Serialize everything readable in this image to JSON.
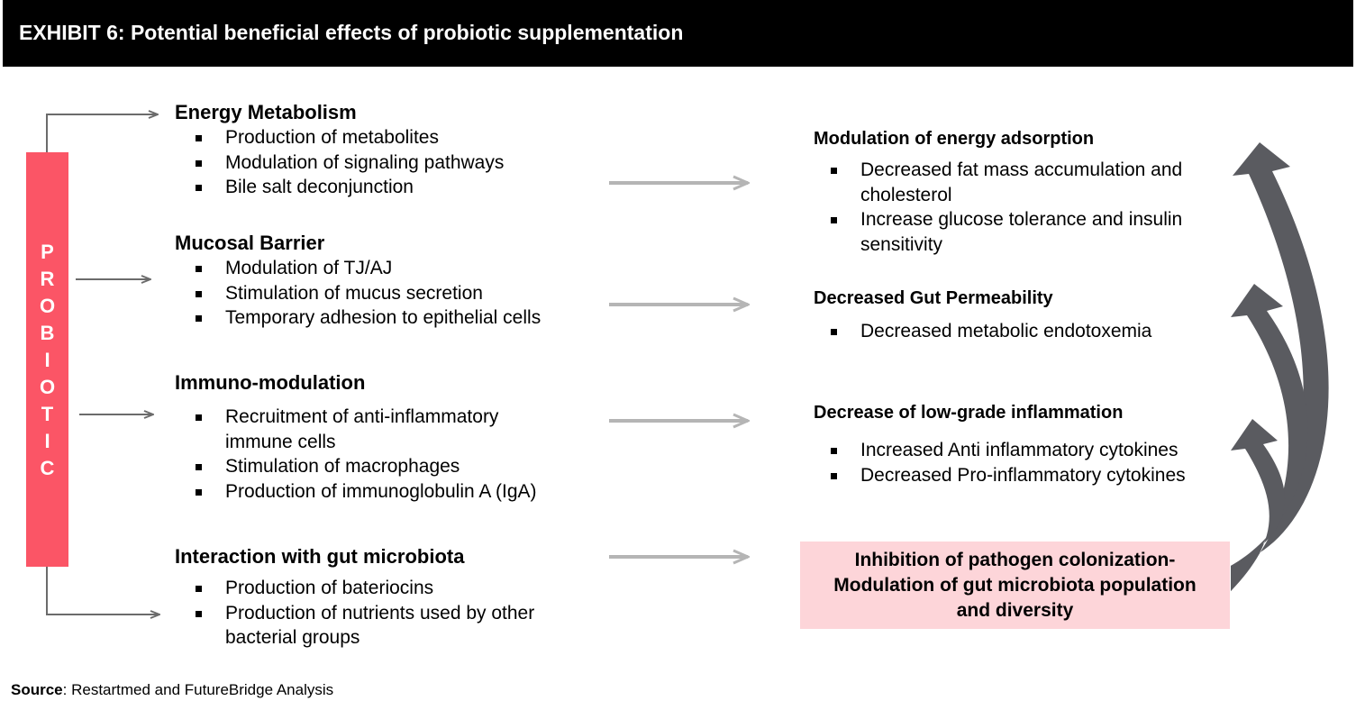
{
  "header": {
    "title": "EXHIBIT 6: Potential beneficial effects of probiotic supplementation"
  },
  "probiotic": {
    "letters": [
      "P",
      "R",
      "O",
      "B",
      "I",
      "O",
      "T",
      "I",
      "C"
    ],
    "color": "#fb5566"
  },
  "left_sections": [
    {
      "title": "Energy Metabolism",
      "items": [
        "Production of metabolites",
        "Modulation of signaling pathways",
        "Bile salt deconjunction"
      ]
    },
    {
      "title": "Mucosal Barrier",
      "items": [
        "Modulation of TJ/AJ",
        "Stimulation of mucus secretion",
        "Temporary adhesion to epithelial cells"
      ]
    },
    {
      "title": "Immuno-modulation",
      "items": [
        "Recruitment  of anti-inflammatory\nimmune cells",
        "Stimulation of macrophages",
        "Production of immunoglobulin A (IgA)"
      ]
    },
    {
      "title": "Interaction with gut microbiota",
      "items": [
        "Production of bateriocins",
        "Production of nutrients used by other\nbacterial groups"
      ]
    }
  ],
  "right_sections": [
    {
      "title": "Modulation of energy adsorption",
      "items": [
        "Decreased fat mass accumulation and\ncholesterol",
        "Increase glucose tolerance and insulin\nsensitivity"
      ]
    },
    {
      "title": "Decreased Gut Permeability",
      "items": [
        "Decreased metabolic endotoxemia"
      ]
    },
    {
      "title": "Decrease of low-grade inflammation",
      "items": [
        "Increased Anti inflammatory cytokines",
        "Decreased Pro-inflammatory cytokines"
      ]
    }
  ],
  "highlight_box": {
    "text": "Inhibition of pathogen colonization-\nModulation of gut microbiota population\nand diversity",
    "color": "#fdd5d9"
  },
  "source": {
    "label": "Source",
    "text": ": Restartmed and FutureBridge Analysis"
  },
  "colors": {
    "connector": "#6b6b6b",
    "flow_arrow": "#b5b5b5",
    "curved_arrow": "#5a5b60"
  }
}
